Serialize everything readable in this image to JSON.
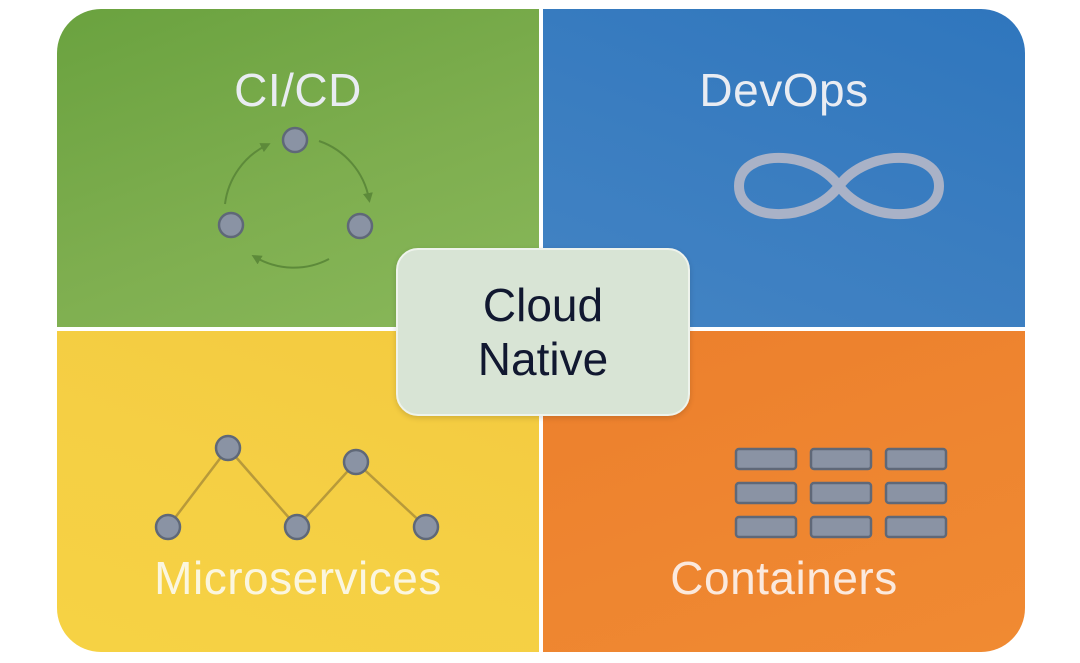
{
  "center": {
    "line1": "Cloud",
    "line2": "Native"
  },
  "quadrants": {
    "cicd": {
      "title": "CI/CD",
      "icon": "cycle-icon",
      "color": "#7bab4a"
    },
    "devops": {
      "title": "DevOps",
      "icon": "infinity-icon",
      "color": "#3a7dc0"
    },
    "microservices": {
      "title": "Microservices",
      "icon": "network-icon",
      "color": "#f5cf44"
    },
    "containers": {
      "title": "Containers",
      "icon": "container-grid-icon",
      "color": "#ee8530"
    }
  }
}
